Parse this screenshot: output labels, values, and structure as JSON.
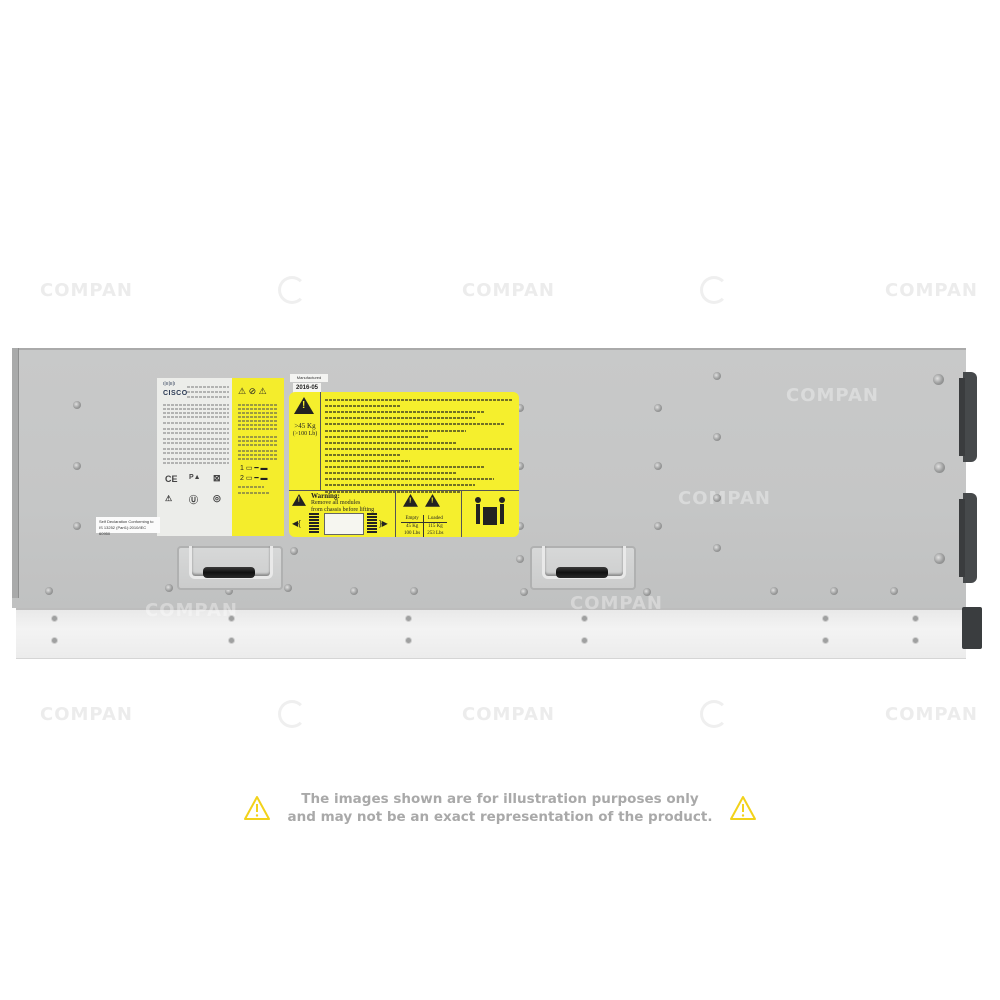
{
  "product_photo": {
    "subject": "Cisco server chassis, top view",
    "brand_logo": "CISCO",
    "date_tag": "2016-05",
    "date_tag_header": "Manufactured",
    "self_declaration": [
      "Self Declaration Conforming to",
      "IS 13252 (Part1):2010/IEC 60950"
    ],
    "warning_label": {
      "heading": "HANDLE TO BE USED ONLY FOR POSITIONING EMPTY CHASSIS",
      "weight_line1": ">45 Kg",
      "weight_line2": "(>100 Lb)",
      "lines": [
        "HANDLE TO BE USED ONLY FOR POSITIONING EMPTY CHASSIS",
        "HENDEL ALLEEN GEBRUIKEN VOOR POSITIONEREN VAN LEEG ONDERSTEL",
        "KAHVAA KÄYTETÄÄN VAIN TYHJÄN RUNGON SIIRTÄMISEEN PAIKALLEEN",
        "POIGNÉE À UTILISER UNIQUEMENT POUR LE POSITIONNEMENT DU CHÂSSIS À VIDE",
        "GRIFF NUR ZUM AUSRICHTEN DES LEEREN GEHÄUSES VERWENDEN",
        "A KART CSAK AZ ÜRES VÁZ BEÁLLÍTÁSÁRA SZABAD HASZNÁLNI",
        "MANIGLIA DA UTILIZZARE ESCLUSIVAMENTE PER IL POSIZIONAMENTO DEL TELAIO VUOTO",
        "HÅNDTAKET SKAL KUN BRUKES TIL Å JUSTERE STILLINGEN TIL ET TOMT CHASSIS",
        "ALÇA PARA SER USADA SOMENTE PARA POSICIONAR O CHASSI VAZIO",
        "РУЧКА ДОЛЖНА ИСПОЛЬЗОВАТЬСЯ ТОЛЬКО ДЛЯ УСТАНОВКИ НЕНАГРУЖЕННОГО ШАССИ",
        "LA MANIJA SOLO DEBE USARSE PARA POSICIONAR EL BASTIDOR VACÍO",
        "ANVÄND ENDAST HANDTAG FÖR PLACERING AV TOMT CHASSI"
      ],
      "warning_title": "Warning:",
      "warning_text": [
        "Remove all modules",
        "from chassis before lifting"
      ],
      "weights_table": {
        "headers": [
          "Empty",
          "Loaded"
        ],
        "rows": [
          [
            "45 Kg",
            "115 Kg"
          ],
          [
            "100 Lbs",
            "253 Lbs"
          ]
        ]
      }
    },
    "watermark": "COMPAN"
  },
  "disclaimer": {
    "line1": "The images shown are for illustration purposes only",
    "line2": "and may not be an exact representation of the product.",
    "icon": "warning-triangle-icon",
    "icon_color": "#f2d21b",
    "text_color": "#a9a9a9"
  },
  "colors": {
    "label_yellow": "#f5ef2d",
    "chassis_gray": "#c6c7c7",
    "rail_white": "#efefef"
  }
}
